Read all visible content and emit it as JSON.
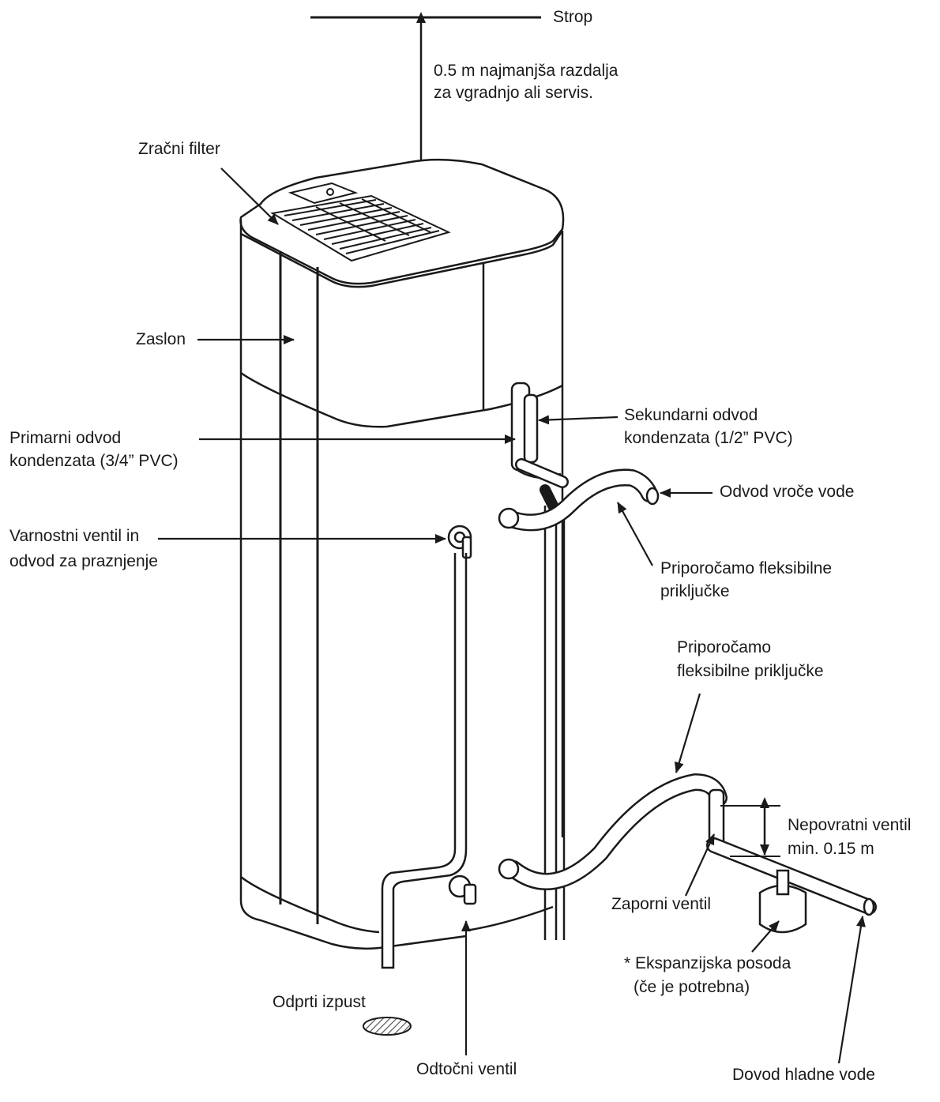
{
  "colors": {
    "ink": "#1a1a1a",
    "background": "#ffffff",
    "hatch": "#555555"
  },
  "labels": {
    "strop": "Strop",
    "clearance_line1": "0.5 m najmanjša razdalja",
    "clearance_line2": "za vgradnjo ali servis.",
    "air_filter": "Zračni filter",
    "display": "Zaslon",
    "secondary_drain_line1": "Sekundarni odvod",
    "secondary_drain_line2": "kondenzata (1/2” PVC)",
    "primary_drain_line1": "Primarni odvod",
    "primary_drain_line2": "kondenzata (3/4” PVC)",
    "hot_water_outlet": "Odvod vroče vode",
    "safety_valve_line1": "Varnostni ventil in",
    "safety_valve_line2": "odvod za praznjenje",
    "flex_upper_line1": "Priporočamo fleksibilne",
    "flex_upper_line2": "priključke",
    "flex_lower_line1": "Priporočamo",
    "flex_lower_line2": "fleksibilne priključke",
    "check_valve_line1": "Nepovratni ventil",
    "check_valve_line2": "min. 0.15 m",
    "shutoff_valve": "Zaporni ventil",
    "expansion_line1": "* Ekspanzijska posoda",
    "expansion_line2": "(če je potrebna)",
    "open_drain": "Odprti izpust",
    "drain_valve": "Odtočni ventil",
    "cold_water_inlet": "Dovod hladne vode"
  }
}
